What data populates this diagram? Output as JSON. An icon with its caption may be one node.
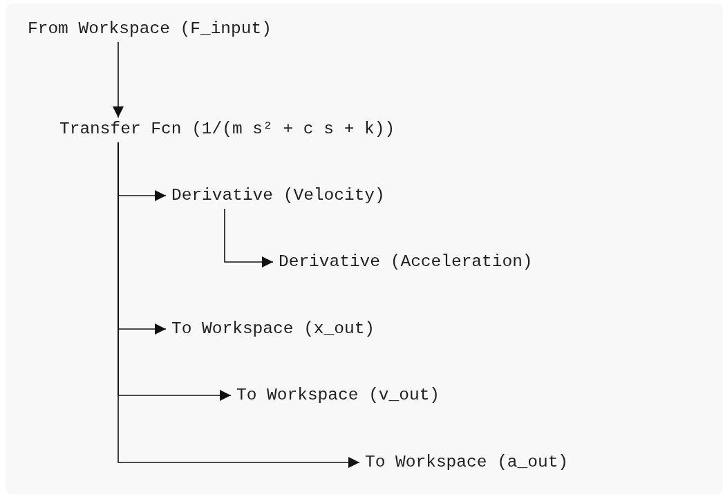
{
  "diagram": {
    "nodes": [
      {
        "text": [
          "From Workspace (F_input)"
        ]
      },
      {
        "text": [
          "Transfer Fcn (1/(m s² + c s + k))"
        ]
      },
      {
        "text": [
          "Derivative (Velocity)"
        ]
      },
      {
        "text": [
          "Derivative (Acceleration)"
        ]
      },
      {
        "text": [
          "To Workspace (x_out)"
        ]
      },
      {
        "text": [
          "To Workspace (v_out)"
        ]
      },
      {
        "text": [
          "To Workspace (a_out)"
        ]
      }
    ],
    "edges": [
      {
        "from": 0,
        "to": 1,
        "arrow": "to"
      },
      {
        "from": 1,
        "to": 2,
        "arrow": "to"
      },
      {
        "from": 2,
        "to": 3,
        "arrow": "to"
      },
      {
        "from": 1,
        "to": 4,
        "arrow": "to"
      },
      {
        "from": 1,
        "to": 5,
        "arrow": "to"
      },
      {
        "from": 1,
        "to": 6,
        "arrow": "to"
      }
    ]
  }
}
